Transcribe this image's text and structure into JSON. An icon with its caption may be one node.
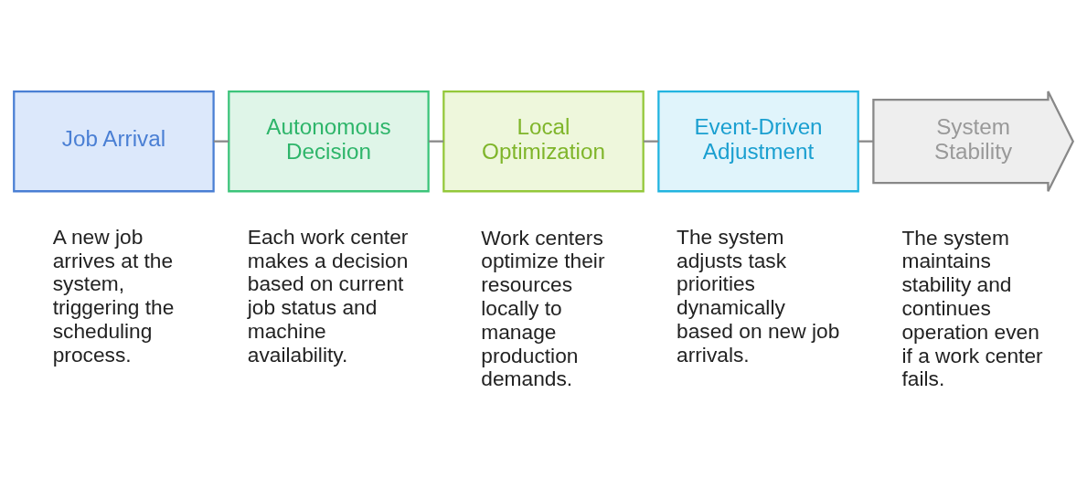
{
  "diagram": {
    "nodes": [
      {
        "text": [
          "Job Arrival"
        ],
        "beside": [
          "A new job arrives at the system, triggering the scheduling process."
        ]
      },
      {
        "text": [
          "Autonomous Decision"
        ],
        "beside": [
          "Each work center makes a decision based on current job status and machine availability."
        ]
      },
      {
        "text": [
          "Local Optimization"
        ],
        "beside": [
          "Work centers optimize their resources locally to manage production demands."
        ]
      },
      {
        "text": [
          "Event-Driven Adjustment"
        ],
        "beside": [
          "The system adjusts task priorities dynamically based on new job arrivals."
        ]
      },
      {
        "text": [
          "System Stability"
        ],
        "beside": [
          "The system maintains stability and continues operation even if a work center fails."
        ]
      }
    ],
    "edges": [
      {
        "from": 0,
        "to": 1,
        "arrow": "none"
      },
      {
        "from": 1,
        "to": 2,
        "arrow": "none"
      },
      {
        "from": 2,
        "to": 3,
        "arrow": "none"
      },
      {
        "from": 3,
        "to": 4,
        "arrow": "none"
      }
    ]
  }
}
